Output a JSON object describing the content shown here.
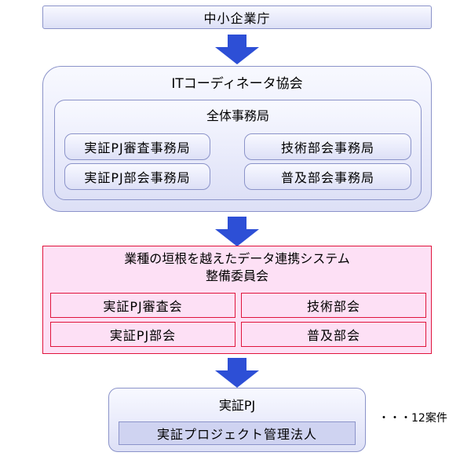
{
  "agency": "中小企業庁",
  "coordinator": {
    "title": "ITコーディネータ協会",
    "secretariat": {
      "title": "全体事務局",
      "offices": [
        "実証PJ審査事務局",
        "技術部会事務局",
        "実証PJ部会事務局",
        "普及部会事務局"
      ]
    }
  },
  "committee": {
    "title_line1": "業種の垣根を越えたデータ連携システム",
    "title_line2": "整備委員会",
    "subcommittees": [
      "実証PJ審査会",
      "技術部会",
      "実証PJ部会",
      "普及部会"
    ]
  },
  "project": {
    "title": "実証PJ",
    "entity": "実証プロジェクト管理法人",
    "note": "・・・12案件"
  },
  "colors": {
    "arrow": "#2d4fd6",
    "lavender_border": "#8b93c9",
    "pink_fill": "#fde0f5",
    "red_border": "#e0143c",
    "entity_fill": "#cfd3f1"
  }
}
